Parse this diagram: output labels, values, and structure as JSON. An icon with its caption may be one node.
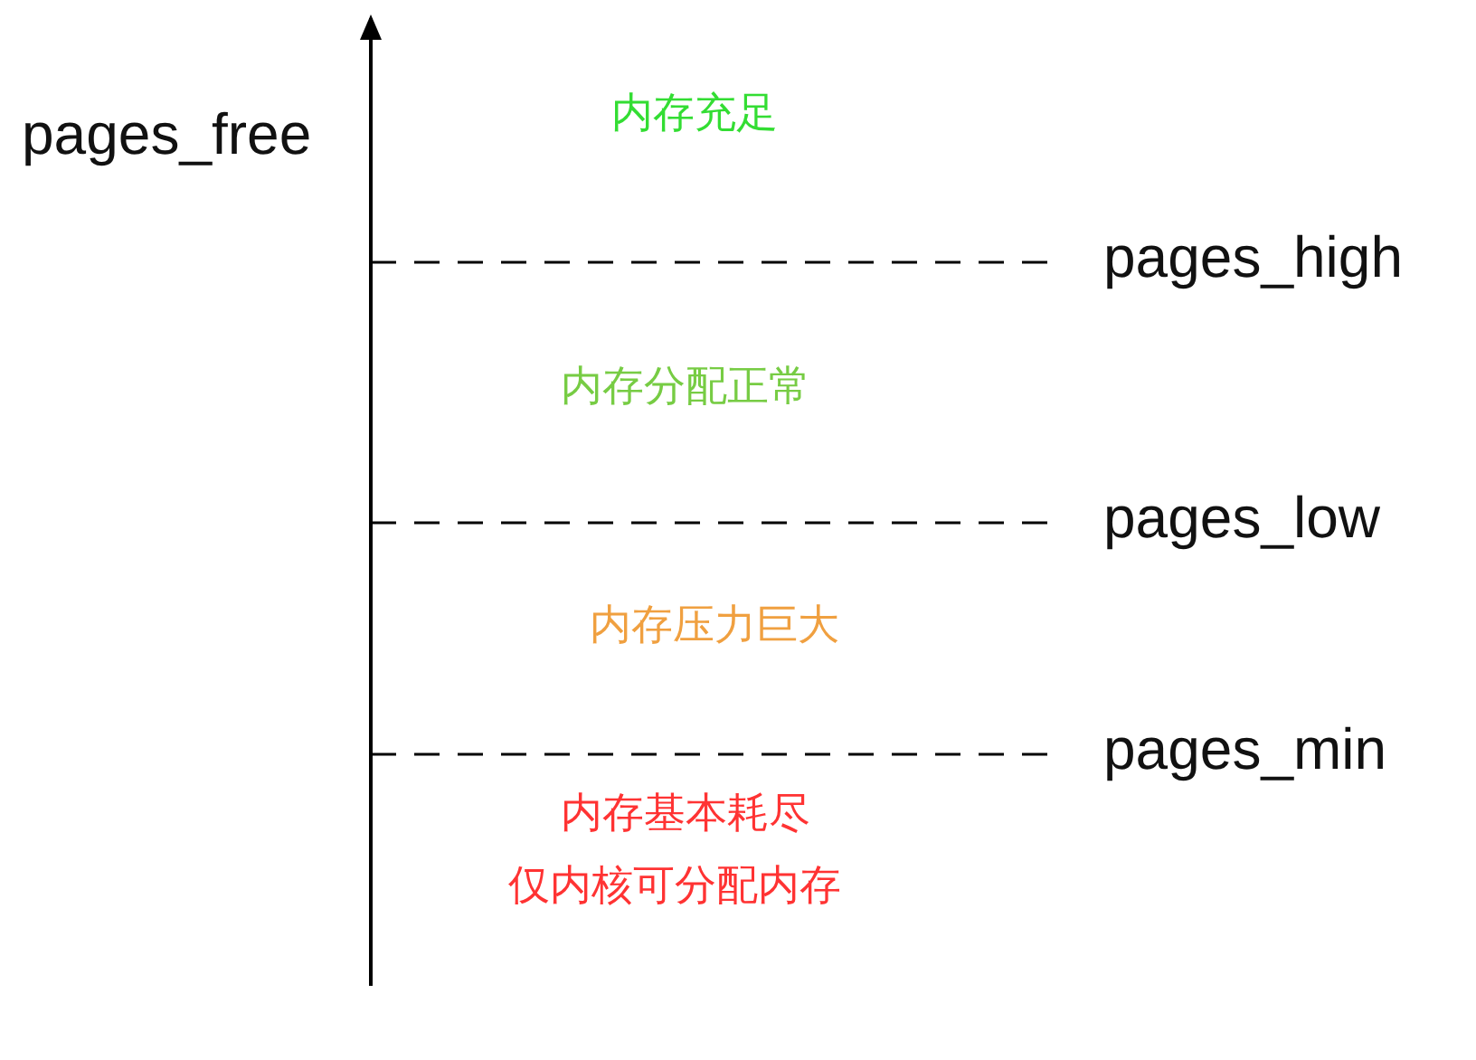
{
  "diagram": {
    "labels": [
      "pages_free",
      "内存充足",
      "pages_high",
      "内存分配正常",
      "pages_low",
      "内存压力巨大",
      "pages_min",
      "内存基本耗尽",
      "仅内核可分配内存"
    ]
  }
}
